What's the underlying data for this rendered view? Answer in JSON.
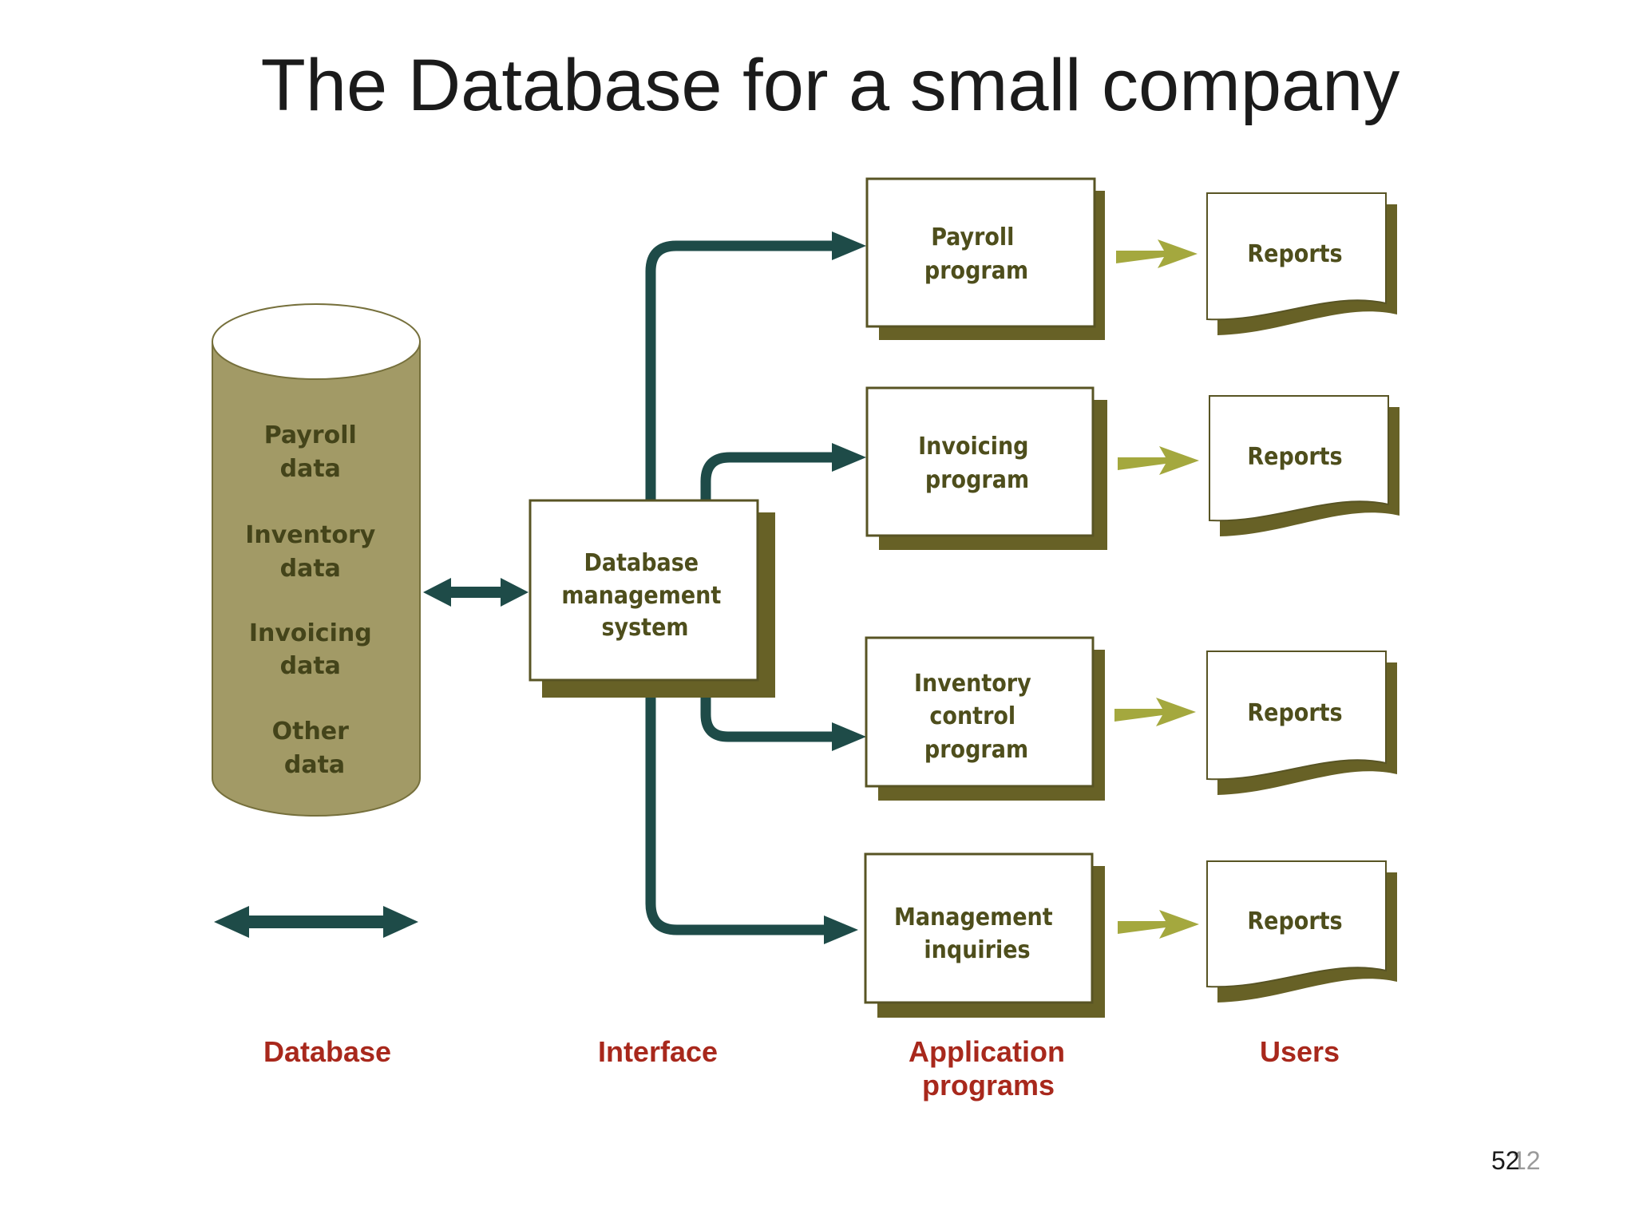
{
  "title": "The Database for a small company",
  "database": {
    "labels": [
      "Payroll",
      "data",
      "Inventory",
      "data",
      "Invoicing",
      "data",
      "Other",
      "data"
    ]
  },
  "dbms": {
    "lines": [
      "Database",
      "management",
      "system"
    ]
  },
  "programs": [
    {
      "lines": [
        "Payroll",
        "program"
      ]
    },
    {
      "lines": [
        "Invoicing",
        "program"
      ]
    },
    {
      "lines": [
        "Inventory",
        "control",
        "program"
      ]
    },
    {
      "lines": [
        "Management",
        "inquiries"
      ]
    }
  ],
  "reports": [
    "Reports",
    "Reports",
    "Reports",
    "Reports"
  ],
  "captions": {
    "database": "Database",
    "interface": "Interface",
    "application_line1": "Application",
    "application_line2": "programs",
    "users": "Users"
  },
  "page_number": {
    "front": "52",
    "back": "12"
  },
  "colors": {
    "olive_fill": "#a29a66",
    "shadow": "#676126",
    "connector": "#1e4b48",
    "arrow_green": "#a4a83e",
    "caption_red": "#a8281c"
  }
}
